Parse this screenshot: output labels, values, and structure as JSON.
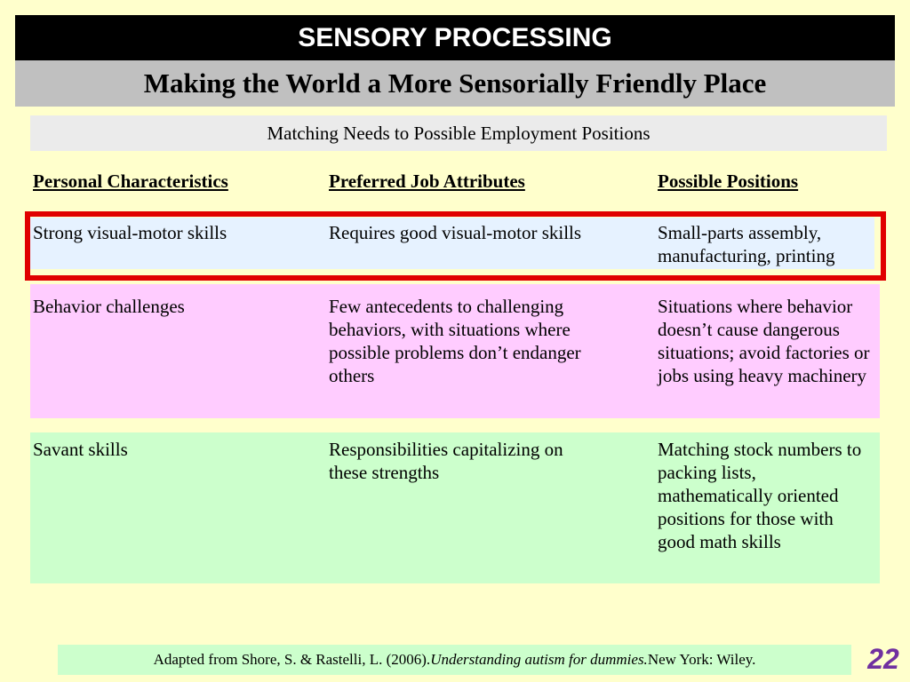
{
  "header": {
    "title": "SENSORY PROCESSING",
    "subtitle": "Making the World a More Sensorially Friendly Place"
  },
  "section": {
    "heading": "Matching Needs to Possible Employment Positions"
  },
  "table": {
    "columns": [
      "Personal Characteristics",
      "Preferred Job Attributes",
      "Possible Positions"
    ],
    "rows": [
      {
        "characteristic": "Strong visual-motor skills",
        "attributes": "Requires good visual-motor skills",
        "positions": "Small-parts assembly, manufacturing, printing",
        "highlighted": true,
        "color": "#e6f2ff"
      },
      {
        "characteristic": "Behavior challenges",
        "attributes": "Few antecedents to challenging behaviors, with situations where possible problems don’t endanger others",
        "positions": "Situations where behavior doesn’t cause dangerous situations; avoid factories or jobs using heavy machinery",
        "highlighted": false,
        "color": "#ffccff"
      },
      {
        "characteristic": "Savant skills",
        "attributes": "Responsibilities capitalizing on these strengths",
        "positions": "Matching stock numbers to packing lists, mathematically oriented positions for those with good math skills",
        "highlighted": false,
        "color": "#ccffcc"
      }
    ]
  },
  "citation": {
    "prefix": "Adapted from Shore, S. & Rastelli, L. (2006). ",
    "book_title": "Understanding autism for dummies.",
    "suffix": " New York: Wiley."
  },
  "slide_number": "22",
  "colors": {
    "background": "#ffffcc",
    "title_bar": "#000000",
    "subtitle_bar": "#c0c0c0",
    "highlight_border": "#e00000",
    "slide_number": "#7030a0"
  }
}
